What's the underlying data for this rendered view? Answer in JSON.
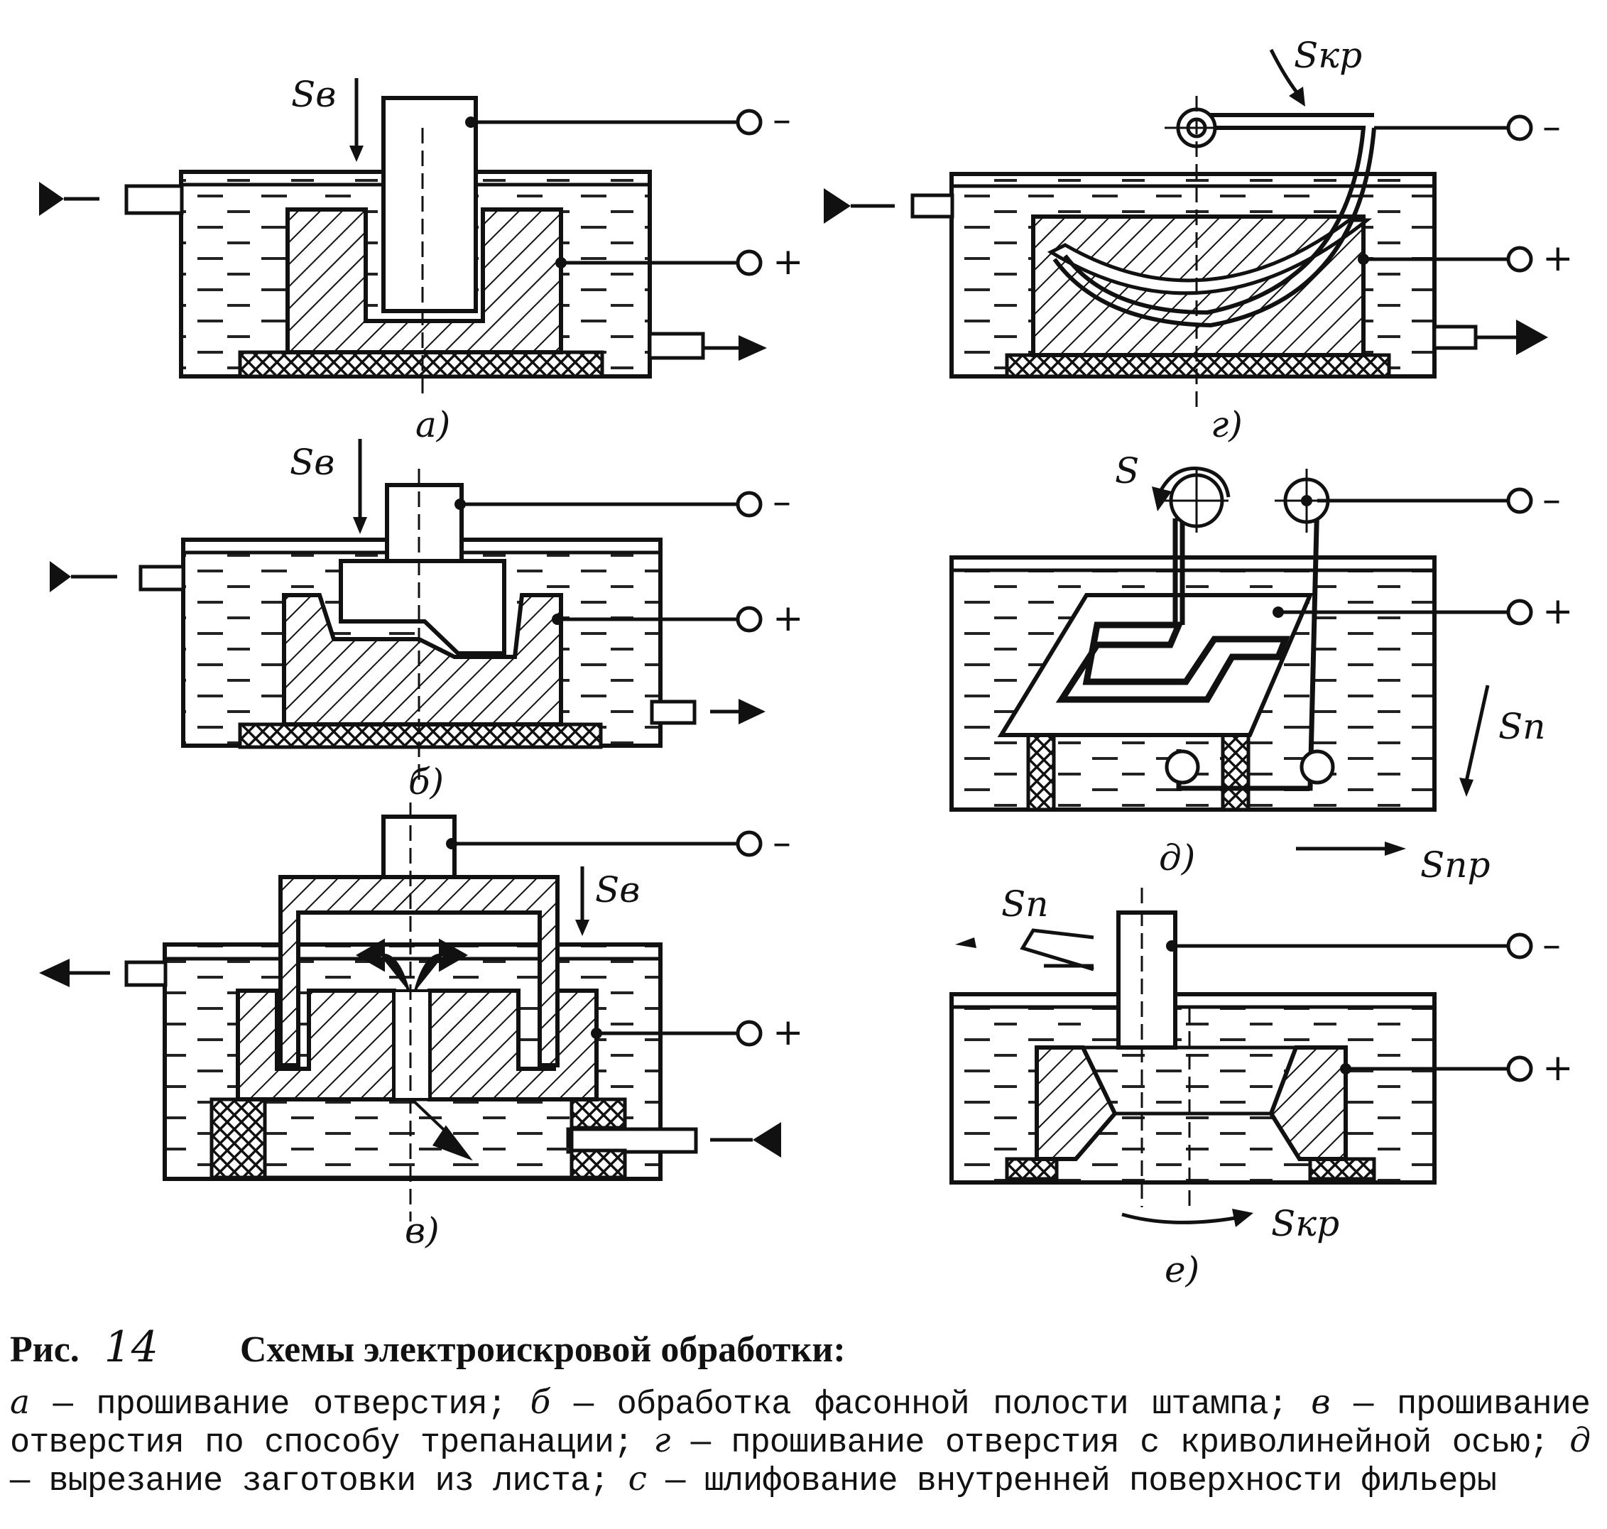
{
  "figure": {
    "prefix": "Рис.",
    "number": "14",
    "title": "Схемы электроискровой обработки:"
  },
  "panels": {
    "a": {
      "letter": "a)",
      "feed": "Sв",
      "minus": "–",
      "plus": "+"
    },
    "b": {
      "letter": "б)",
      "feed": "Sв",
      "minus": "–",
      "plus": "+"
    },
    "v": {
      "letter": "в)",
      "feed": "Sв",
      "minus": "–",
      "plus": "+"
    },
    "g": {
      "letter": "г)",
      "feed": "Sкр",
      "minus": "–",
      "plus": "+"
    },
    "d": {
      "letter": "д)",
      "feed_rot": "S",
      "feed_n": "Sп",
      "feed_pr": "Sпр",
      "minus": "–",
      "plus": "+"
    },
    "e": {
      "letter": "е)",
      "feed_n": "Sп",
      "feed_rot": "Sкр",
      "minus": "–",
      "plus": "+"
    }
  },
  "legend": [
    {
      "key": "а",
      "text": "прошивание отверстия;"
    },
    {
      "key": "б",
      "text": "обработка фасонной полости штампа;"
    },
    {
      "key": "в",
      "text": "прошивание отверстия по способу трепанации;"
    },
    {
      "key": "г",
      "text": "прошивание отверстия с криволинейной осью;"
    },
    {
      "key": "д",
      "text": "вырезание заготовки из листа;"
    },
    {
      "key": "с",
      "text": "шлифование внутренней поверхности фильеры"
    }
  ]
}
